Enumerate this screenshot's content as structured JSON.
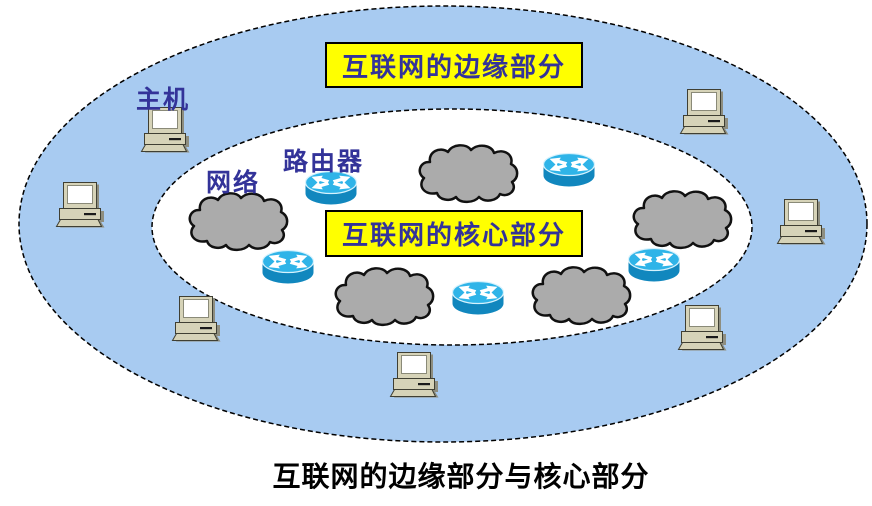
{
  "caption": "互联网的边缘部分与核心部分",
  "regions": {
    "edge": {
      "label": "互联网的边缘部分",
      "fill": "#A8CBF1"
    },
    "core": {
      "label": "互联网的核心部分",
      "fill": "#FFFFFF"
    }
  },
  "annotations": {
    "host": "主机",
    "network": "网络",
    "router": "路由器"
  },
  "styles": {
    "label_box_bg": "#FFFF00",
    "label_box_border": "#000000",
    "label_text": "#333399",
    "caption_text": "#000000",
    "region_outline": "#000000",
    "cloud_fill": "#ABABAB",
    "router_top": "#2FB4E8",
    "router_body": "#1187BE",
    "host_body": "#D6D3B8"
  },
  "counts": {
    "hosts": 7,
    "routers": 5,
    "networks": 5
  }
}
